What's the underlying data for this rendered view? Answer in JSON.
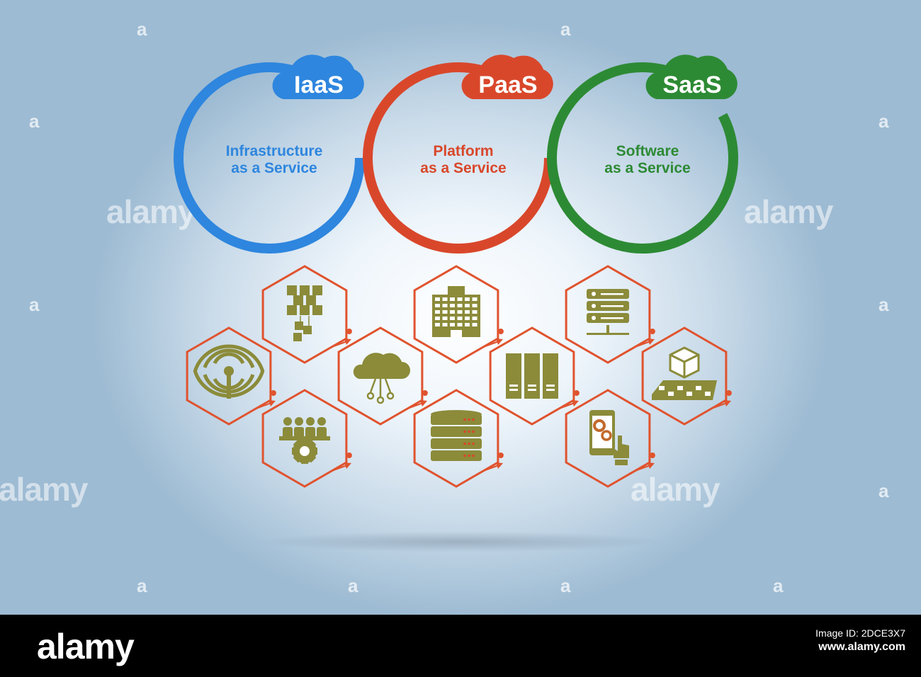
{
  "services": [
    {
      "key": "iaas",
      "abbr": "IaaS",
      "line1": "Infrastructure",
      "line2": "as a Service",
      "color": "#2e86de"
    },
    {
      "key": "paas",
      "abbr": "PaaS",
      "line1": "Platform",
      "line2": "as a Service",
      "color": "#d9472b"
    },
    {
      "key": "saas",
      "abbr": "SaaS",
      "line1": "Software",
      "line2": "as a Service",
      "color": "#2d8a34"
    }
  ],
  "hex_color": "#e0532e",
  "icon_color": "#8b8b3a",
  "icons": [
    "wifi-signal-icon",
    "cubes-network-icon",
    "team-gear-icon",
    "cloud-network-icon",
    "office-building-icon",
    "database-icon",
    "server-racks-icon",
    "server-stack-icon",
    "mobile-gears-icon",
    "cube-platform-icon"
  ],
  "watermark": {
    "text": "alamy",
    "letter": "a"
  },
  "footer": {
    "logo": "alamy",
    "image_id": "Image ID: 2DCE3X7",
    "url": "www.alamy.com"
  }
}
